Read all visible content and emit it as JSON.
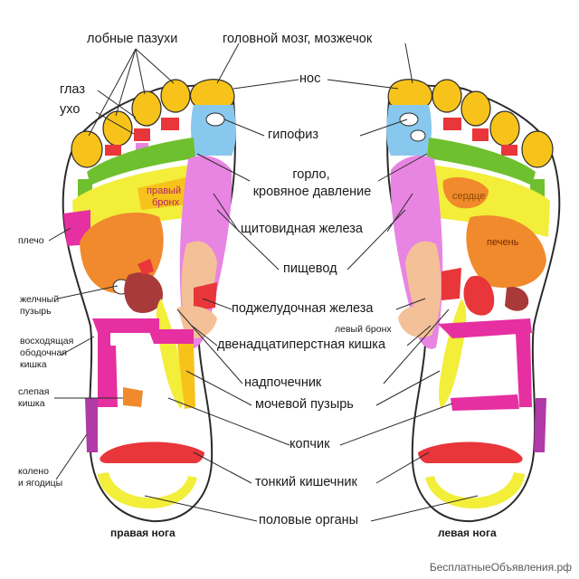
{
  "labels": {
    "frontal_sinuses": "лобные пазухи",
    "brain": "головной мозг, мозжечок",
    "eye": "глаз",
    "ear": "ухо",
    "nose": "нос",
    "pituitary": "гипофиз",
    "throat_line1": "горло,",
    "throat_line2": "кровяное давление",
    "right_bronchus_line1": "правый",
    "right_bronchus_line2": "бронх",
    "heart": "сердце",
    "thyroid": "щитовидная железа",
    "shoulder": "плечо",
    "liver": "печень",
    "esophagus": "пищевод",
    "gallbladder_line1": "желчный",
    "gallbladder_line2": "пузырь",
    "pancreas": "поджелудочная железа",
    "left_bronchus": "левый бронх",
    "ascending_colon_line1": "восходящая",
    "ascending_colon_line2": "ободочная",
    "ascending_colon_line3": "кишка",
    "duodenum": "двенадцатиперстная кишка",
    "adrenal": "надпочечник",
    "bladder": "мочевой пузырь",
    "cecum_line1": "слепая",
    "cecum_line2": "кишка",
    "coccyx": "копчик",
    "knee_line1": "колено",
    "knee_line2": "и ягодицы",
    "small_intestine": "тонкий кишечник",
    "genitals": "половые органы",
    "right_foot": "правая нога",
    "left_foot": "левая нога"
  },
  "watermark": "БесплатныеОбъявления.рф",
  "zones": [
    {
      "organ": "pituitary",
      "color": "#89c8ee"
    },
    {
      "organ": "toes",
      "color": "#f7c31a"
    },
    {
      "organ": "throat",
      "color": "#6fc02f"
    },
    {
      "organ": "lungs",
      "color": "#f2ee3a"
    },
    {
      "organ": "thyroid",
      "color": "#e884e2"
    },
    {
      "organ": "liver",
      "color": "#f08a2c"
    },
    {
      "organ": "kidney",
      "color": "#a83a3a"
    },
    {
      "organ": "colon",
      "color": "#e62fa0"
    },
    {
      "organ": "heel",
      "color": "#e8363a"
    }
  ]
}
